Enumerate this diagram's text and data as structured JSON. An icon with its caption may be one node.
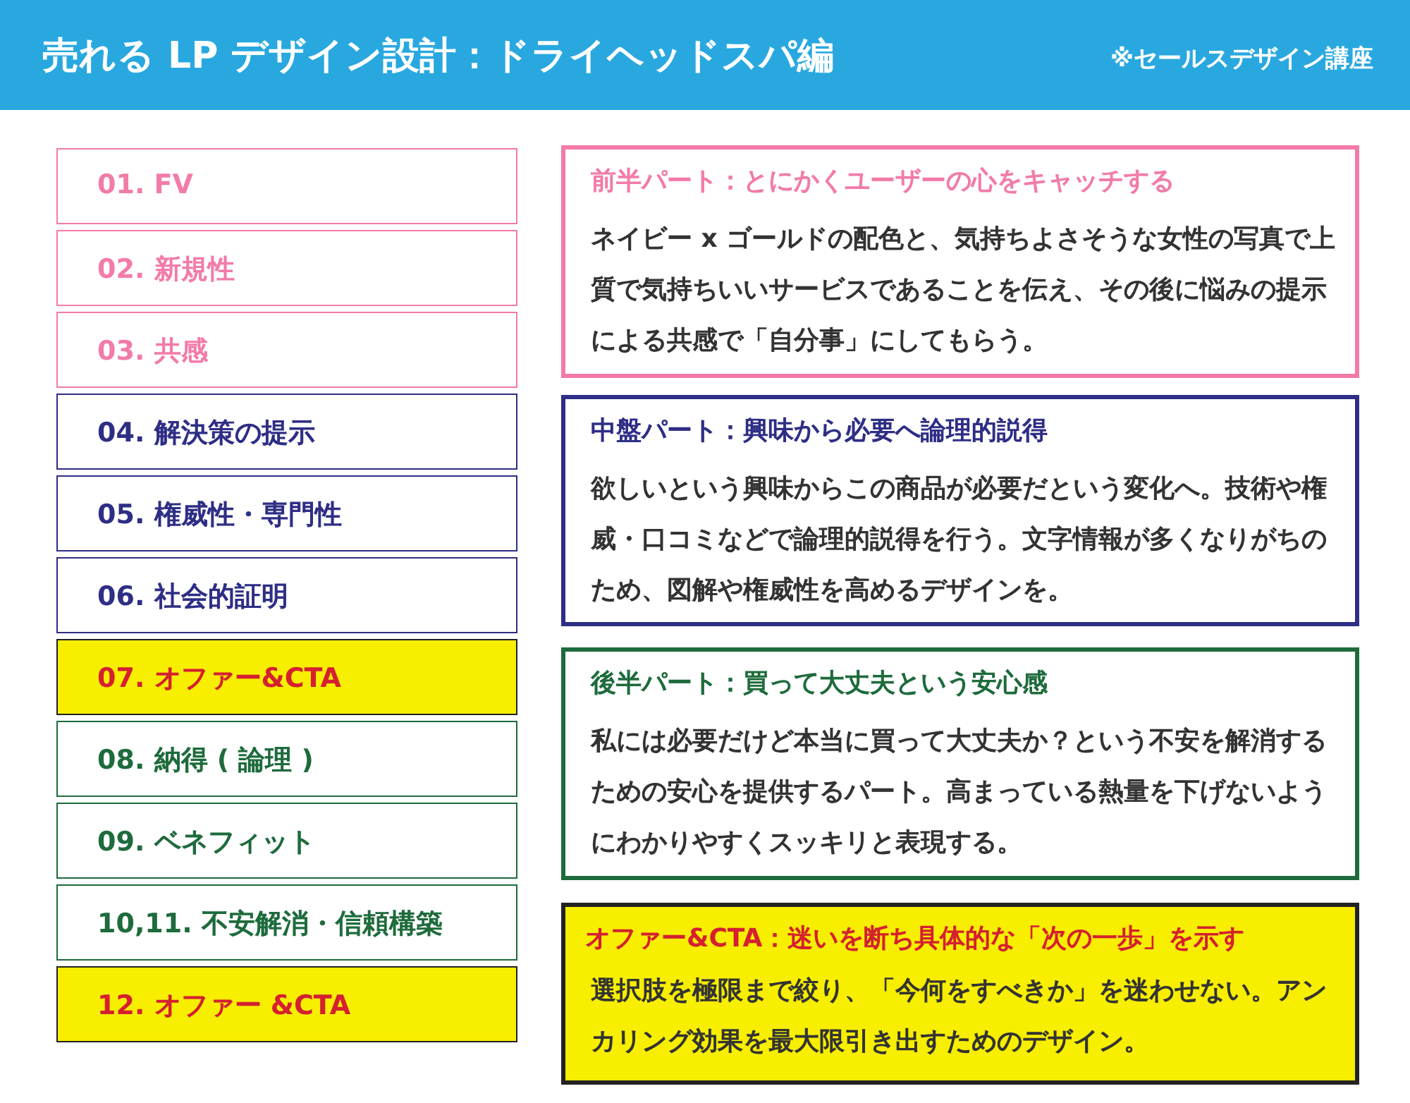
{
  "diagram": {
    "title": "売れる LP デザイン設計：ドライヘッドスパ編",
    "nodes": [
      {
        "text": [
          "01. FV"
        ]
      },
      {
        "text": [
          "02. 新規性"
        ]
      },
      {
        "text": [
          "03. 共感"
        ]
      },
      {
        "text": [
          "04. 解決策の提示"
        ]
      },
      {
        "text": [
          "05. 権威性・専門性"
        ]
      },
      {
        "text": [
          "06. 社会的証明"
        ]
      },
      {
        "text": [
          "07. オファー&CTA"
        ]
      },
      {
        "text": [
          "08. 納得 ( 論理 )"
        ]
      },
      {
        "text": [
          "09. ベネフィット"
        ]
      },
      {
        "text": [
          "10,11. 不安解消・信頼構築"
        ]
      },
      {
        "text": [
          "12. オファー &CTA"
        ]
      },
      {
        "text": [
          "前半パート：とにかくユーザーの心をキャッチする",
          "ネイビー x ゴールドの配色と、気持ちよさそうな女性の写真で上質で気持ちいいサービスであることを伝え、その後に悩みの提示による共感で「自分事」にしてもらう。"
        ]
      },
      {
        "text": [
          "中盤パート：興味から必要へ論理的説得",
          "欲しいという興味からこの商品が必要だという変化へ。技術や権威・口コミなどで論理的説得を行う。文字情報が多くなりがちのため、図解や権威性を高めるデザインを。"
        ]
      },
      {
        "text": [
          "後半パート：買って大丈夫という安心感",
          "私には必要だけど本当に買って大丈夫か？という不安を解消するための安心を提供するパート。高まっている熱量を下げないようにわかりやすくスッキリと表現する。"
        ]
      },
      {
        "text": [
          "オファー&CTA：迷いを断ち具体的な「次の一歩」を示す",
          "選択肢を極限まで絞り、「今何をすべきか」を迷わせない。アンカリング効果を最大限引き出すためのデザイン。"
        ]
      }
    ],
    "labels": [
      "※セールスデザイン講座"
    ]
  }
}
